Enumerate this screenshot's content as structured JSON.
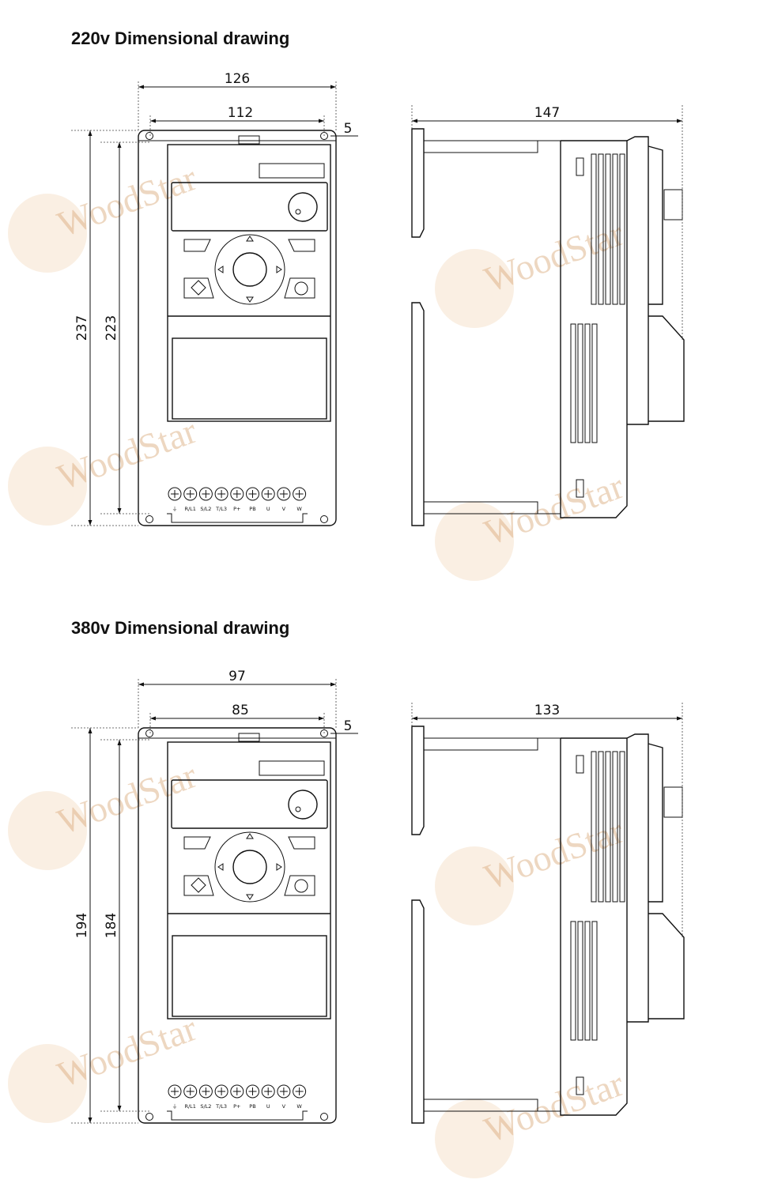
{
  "drawings": [
    {
      "title": "220v Dimensional drawing",
      "dims": {
        "overall_width": "126",
        "mount_width": "112",
        "offset": "5",
        "overall_height": "237",
        "mount_height": "223",
        "depth": "147"
      }
    },
    {
      "title": "380v Dimensional drawing",
      "dims": {
        "overall_width": "97",
        "mount_width": "85",
        "offset": "5",
        "overall_height": "194",
        "mount_height": "184",
        "depth": "133"
      }
    }
  ],
  "terminals": [
    "⏚",
    "R/L1",
    "S/L2",
    "T/L3",
    "P+",
    "PB",
    "U",
    "V",
    "W"
  ],
  "watermark": "WoodStar"
}
